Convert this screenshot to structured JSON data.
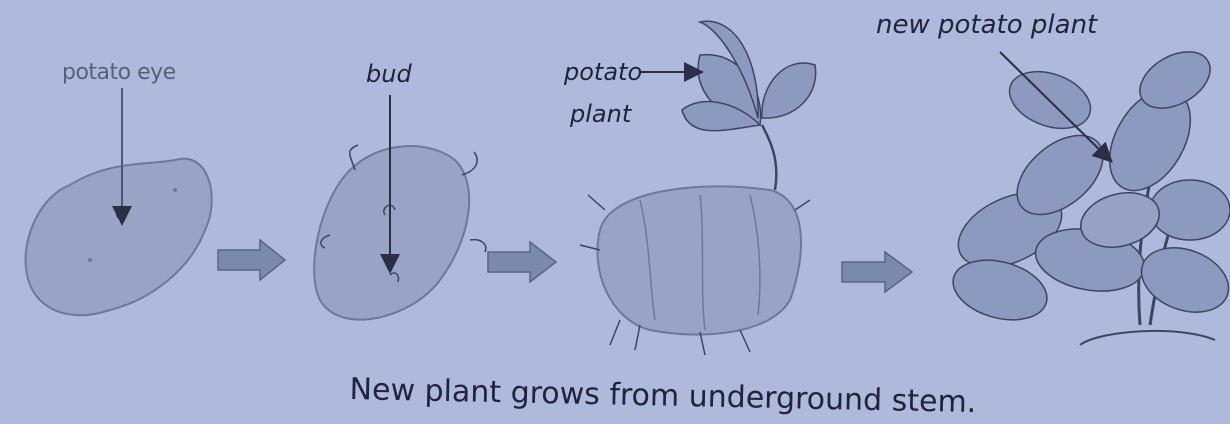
{
  "labels": {
    "potato_eye": "potato eye",
    "bud": "bud",
    "potato_plant_line1": "potato",
    "potato_plant_line2": "plant",
    "new_potato_plant": "new potato plant"
  },
  "caption": "New plant grows from underground stem.",
  "colors": {
    "background": "#aeb9dc",
    "ink": "#20243a",
    "potato_fill": "#98a3c6",
    "leaf_fill": "#8d99be",
    "arrow_fill": "#7d88ad"
  },
  "icons": [
    "right-arrow-icon"
  ]
}
